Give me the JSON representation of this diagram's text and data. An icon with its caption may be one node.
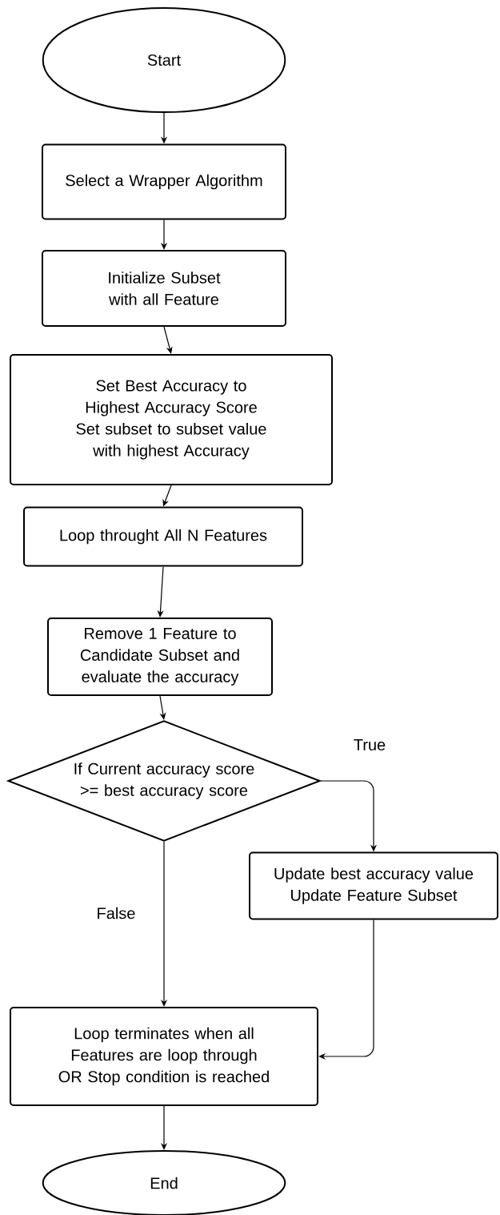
{
  "diagram": {
    "nodes": [
      {
        "text": [
          "Start"
        ]
      },
      {
        "text": [
          "Select a Wrapper Algorithm"
        ]
      },
      {
        "text": [
          "Initialize Subset with all Feature"
        ]
      },
      {
        "text": [
          "Set Best Accuracy to Highest Accuracy Score",
          "Set subset to subset value with highest Accuracy"
        ]
      },
      {
        "text": [
          "Loop throught All N Features"
        ]
      },
      {
        "text": [
          "Remove 1 Feature to Candidate Subset and evaluate the accuracy"
        ]
      },
      {
        "text": [
          "If Current accuracy score >= best accuracy score"
        ]
      },
      {
        "text": [
          "Update best accuracy value",
          "Update Feature Subset"
        ]
      },
      {
        "text": [
          "Loop terminates when all Features are loop through OR Stop condition is reached"
        ]
      },
      {
        "text": [
          "End"
        ]
      }
    ],
    "edges": [
      {
        "from": 0,
        "to": 1,
        "arrow": "to"
      },
      {
        "from": 1,
        "to": 2,
        "arrow": "to"
      },
      {
        "from": 2,
        "to": 3,
        "arrow": "to"
      },
      {
        "from": 3,
        "to": 4,
        "arrow": "to"
      },
      {
        "from": 4,
        "to": 5,
        "arrow": "to"
      },
      {
        "from": 5,
        "to": 6,
        "arrow": "to"
      },
      {
        "from": 6,
        "to": 7,
        "arrow": "to",
        "label": "True"
      },
      {
        "from": 6,
        "to": 8,
        "arrow": "to",
        "label": "False"
      },
      {
        "from": 7,
        "to": 8,
        "arrow": "to"
      },
      {
        "from": 8,
        "to": 9,
        "arrow": "to"
      }
    ]
  }
}
